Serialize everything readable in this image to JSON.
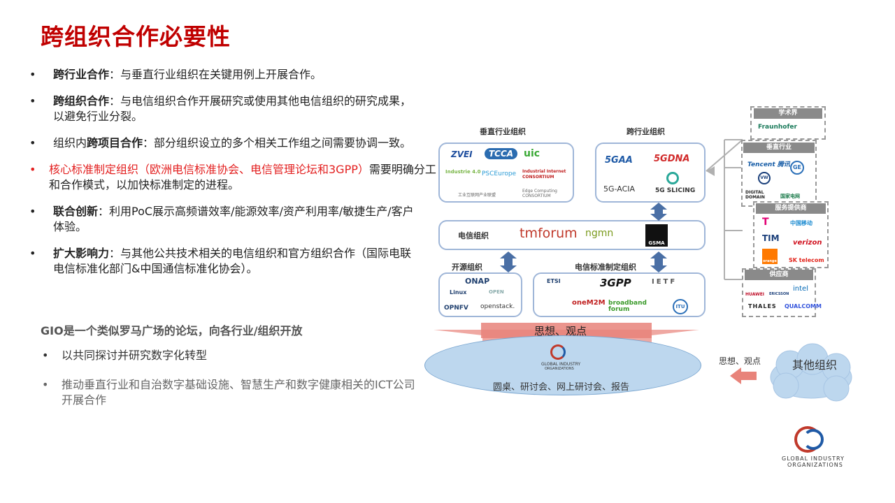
{
  "title": "跨组织合作必要性",
  "bullets": [
    {
      "bold": "跨行业合作",
      "text": "：与垂直行业组织在关键用例上开展合作。"
    },
    {
      "bold": "跨组织合作",
      "text": "：与电信组织合作开展研究或使用其他电信组织的研究成果，以避免行业分裂。"
    },
    {
      "pre": "组织内",
      "bold": "跨项目合作",
      "text": "：部分组织设立的多个相关工作组之间需要协调一致。"
    },
    {
      "red": "核心标准制定组织（欧洲电信标准协会、电信管理论坛和3GPP）",
      "text": "需要明确分工和合作模式，以加快标准制定的进程。"
    },
    {
      "bold": "联合创新",
      "text": "：利用PoC展示高频谱效率/能源效率/资产利用率/敏捷生产/客户体验。"
    },
    {
      "bold": "扩大影响力",
      "text": "：与其他公共技术相关的电信组织和官方组织合作（国际电联电信标准化部门&中国通信标准化协会）。"
    }
  ],
  "gio": {
    "heading": "GIO是一个类似罗马广场的论坛，向各行业/组织开放",
    "items": [
      "以共同探讨并研究数字化转型",
      "推动垂直行业和自治数字基础设施、智慧生产和数字健康相关的ICT公司开展合作"
    ]
  },
  "diagram": {
    "vertical_label": "垂直行业组织",
    "cross_label": "跨行业组织",
    "telecom_label": "电信组织",
    "opensource_label": "开源组织",
    "std_label": "电信标准制定组织",
    "ideas_label": "思想、观点",
    "ideas_label2": "思想、观点",
    "ellipse_text": "圆桌、研讨会、网上研讨会、报告",
    "other_orgs": "其他组织",
    "gio_small": "GLOBAL INDUSTRY",
    "gio_small2": "ORGANIZATIONS",
    "vertical_logos": [
      "ZVEI",
      "TCCA",
      "uic",
      "Industrie 4.0",
      "PSCEurope",
      "Industrial Internet CONSORTIUM",
      "工业互联网产业联盟",
      "Edge Computing CONSORTIUM"
    ],
    "cross_logos": [
      "5GAA",
      "5GDNA",
      "5G-ACIA",
      "5G SLICING"
    ],
    "telecom_logos": [
      "tmforum",
      "ngmn",
      "GSMA"
    ],
    "opensource_logos": [
      "ONAP",
      "Linux",
      "OPEN",
      "OPNFV",
      "openstack."
    ],
    "std_logos": [
      "ETSI",
      "3GPP",
      "IETF",
      "oneM2M",
      "broadband forum",
      "ITU"
    ],
    "side_groups": [
      {
        "title": "学术界",
        "logos": [
          "Fraunhofer"
        ]
      },
      {
        "title": "垂直行业",
        "logos": [
          "Tencent 腾讯",
          "VW",
          "GE",
          "DIGITAL DOMAIN",
          "国家电网"
        ]
      },
      {
        "title": "服务提供商",
        "logos": [
          "T",
          "中国移动",
          "TIM",
          "verizon",
          "orange",
          "SK telecom"
        ]
      },
      {
        "title": "供应商",
        "logos": [
          "HUAWEI",
          "ERICSSON",
          "intel",
          "THALES",
          "QUALCOMM"
        ]
      }
    ]
  },
  "footer_logo": {
    "line1": "GLOBAL  INDUSTRY",
    "line2": "ORGANIZATIONS"
  },
  "colors": {
    "title": "#c00000",
    "box_border": "#9fb6d8",
    "arrow": "#4a6fa5",
    "ellipse": "#bdd7ee",
    "ideas_arrow": "#e8837a"
  }
}
